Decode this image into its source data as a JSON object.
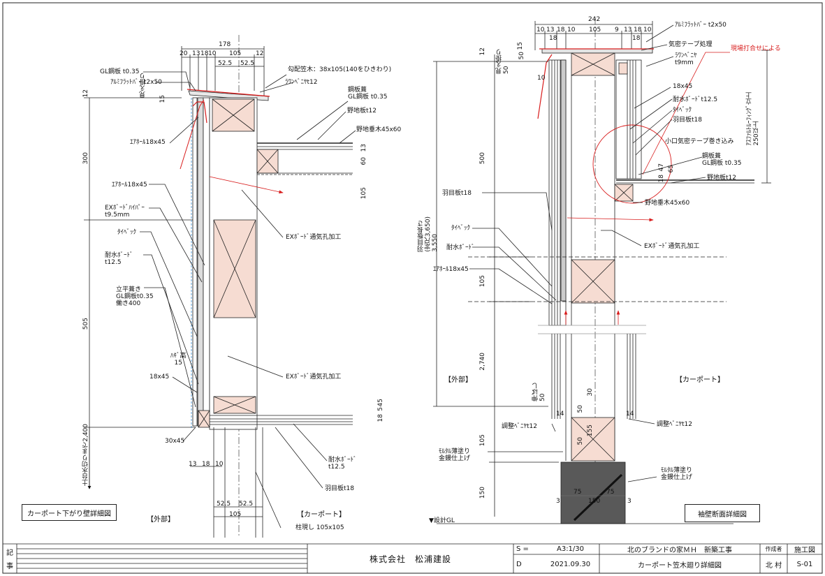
{
  "left_drawing": {
    "title": "カーポート下がり壁詳細図",
    "side_outside": "【外部】",
    "side_carport": "【カーポート】",
    "dims_top": [
      "178",
      "20",
      "13",
      "18",
      "10",
      "105",
      "12",
      "52.5",
      "52.5"
    ],
    "dims_side": [
      "12",
      "15",
      "300",
      "505",
      "60",
      "105",
      "13",
      "18",
      "5",
      "45"
    ],
    "dims_bottom": [
      "13",
      "18",
      "10",
      "52.5",
      "52.5",
      "105"
    ],
    "ground_note": "土台水切りまで2,400",
    "mie_label": "見え掛り",
    "labels": {
      "gl_plate": "GL鋼板 t0.35",
      "alu_flat": "ｱﾙﾐﾌﾗｯﾄﾊﾞｰ t2x50",
      "kasagi": "勾配笠木：38x105(140をひきわり)",
      "lauan": "ﾗﾜﾝﾍﾞﾆﾔt12",
      "roof_gl": "鋼板葺\nGL鋼板 t0.35",
      "noji": "野地板t12",
      "taruki": "野地垂木45x60",
      "airhole1": "ｴｱﾎｰﾙ18x45",
      "airhole2": "ｴｱﾎｰﾙ18x45",
      "exboard_hyper": "EXﾎﾞｰﾄﾞﾊｲﾊﾟｰ\nt9.5mm",
      "tyvek": "ﾀｲﾍﾞｯｸ",
      "taisui": "耐水ﾎﾞｰﾄﾞ\nt12.5",
      "tatehira": "立平葺き\nGL鋼板t0.35\n働き400",
      "hagi": "ﾊｷﾞ高\n15",
      "b18x45": "18x45",
      "b30x45": "30x45",
      "ex_vent1": "EXﾎﾞｰﾄﾞ通気孔加工",
      "ex_vent2": "EXﾎﾞｰﾄﾞ通気孔加工",
      "taisui_bottom": "耐水ﾎﾞｰﾄﾞ\nt12.5",
      "hame_bottom": "羽目板t18",
      "column": "柱現し 105x105"
    }
  },
  "right_drawing": {
    "title": "袖壁断面詳細図",
    "side_outside": "【外部】",
    "side_carport": "【カーポート】",
    "dims_top": [
      "242",
      "10",
      "13",
      "18",
      "10",
      "105",
      "9",
      "13",
      "18",
      "10",
      "18",
      "18"
    ],
    "dims_side": [
      "12",
      "15",
      "500",
      "105",
      "2,740",
      "105",
      "150",
      "10",
      "50",
      "47",
      "65",
      "18"
    ],
    "dims_bottom": [
      "3",
      "75",
      "75",
      "150",
      "3",
      "14",
      "14",
      "50",
      "30",
      "50",
      "155"
    ],
    "hame_length": "羽目板長さ\n(定尺3,650)\n3,550",
    "mie_label": "見え掛り\n50",
    "nobashi": "伸ばし\n50",
    "design_gl": "▼設計GL",
    "labels": {
      "alu_flat": "ｱﾙﾐﾌﾗｯﾄﾊﾞｰ t2x50",
      "kimitsu": "気密テープ処理",
      "lauan": "ﾗﾜﾝﾍﾞﾆﾔ\nt9mm",
      "genba": "現場打合せによる",
      "b18x45": "18x45",
      "taisui": "耐水ﾎﾞｰﾄﾞt12.5",
      "tyvek": "ﾀｲﾍﾞｯｸ",
      "hame": "羽目板t18",
      "asphalt": "ｱｽﾌｧﾙﾄﾙｰﾌｨﾝｸﾞ立上\n250以上",
      "koguchi": "小口気密テープ巻き込み",
      "roof_gl": "鋼板葺\nGL鋼板 t0.35",
      "noji": "野地板t12",
      "taruki": "野地垂木45x60",
      "hame_left": "羽目板t18",
      "tyvek_left": "ﾀｲﾍﾞｯｸ",
      "taisui_left": "耐水ﾎﾞｰﾄﾞ",
      "airhole": "ｴｱﾎｰﾙ18x45",
      "ex_vent": "EXﾎﾞｰﾄﾞ通気孔加工",
      "chosei_left": "調整ﾍﾞﾆﾔt12",
      "chosei_right": "調整ﾍﾞﾆﾔt12",
      "mortar_left": "ﾓﾙﾀﾙ薄塗り\n金鏝仕上げ",
      "mortar_right": "ﾓﾙﾀﾙ薄塗り\n金鏝仕上げ"
    }
  },
  "title_block": {
    "kiji_1": "記",
    "kiji_2": "事",
    "company": "株式会社　松浦建設",
    "scale_label": "S =",
    "scale_value": "A3:1/30",
    "date_label": "D",
    "date_value": "2021.09.30",
    "project": "北のブランドの家ＭＨ　新築工事",
    "drawing_name": "カーポート笠木廻り詳細図",
    "author_label": "作成者",
    "author": "北 村",
    "type_label": "施工図",
    "sheet_no": "S-01"
  },
  "colors": {
    "wood": "#f6dcd2",
    "red": "#d81c1c",
    "concrete": "#595959",
    "line": "#111111"
  }
}
